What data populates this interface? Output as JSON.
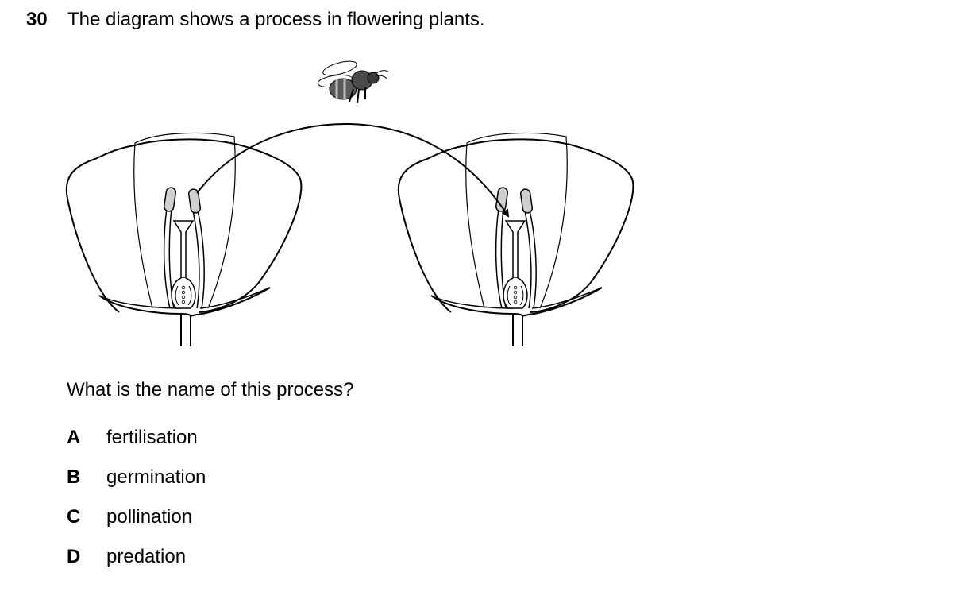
{
  "question": {
    "number": "30",
    "stem": "The diagram shows a process in flowering plants.",
    "prompt": "What is the name of this process?"
  },
  "options": [
    {
      "letter": "A",
      "text": "fertilisation"
    },
    {
      "letter": "B",
      "text": "germination"
    },
    {
      "letter": "C",
      "text": "pollination"
    },
    {
      "letter": "D",
      "text": "predation"
    }
  ],
  "diagram": {
    "figures": [
      "bee-icon",
      "flower-left",
      "flower-right",
      "pollen-transfer-arrow"
    ],
    "colors": {
      "line": "#000000",
      "anther_fill": "#d0d0d0",
      "bee_body": "#5a5a5a"
    }
  }
}
